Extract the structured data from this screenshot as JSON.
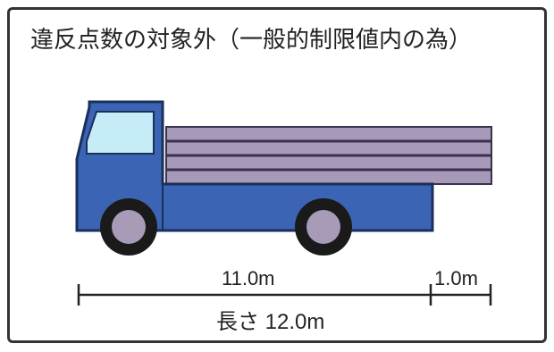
{
  "title": "違反点数の対象外（一般的制限値内の為）",
  "dimensions": {
    "body_length": "11.0m",
    "overhang": "1.0m",
    "total": "長さ 12.0m"
  },
  "colors": {
    "truck_body": "#3c64b4",
    "truck_outline": "#1a2f5a",
    "window": "#c6ecf8",
    "cargo": "#a79ab8",
    "cargo_line": "#3a3050",
    "tire": "#1a1a1a",
    "hub": "#a89bb8",
    "line": "#222222"
  }
}
